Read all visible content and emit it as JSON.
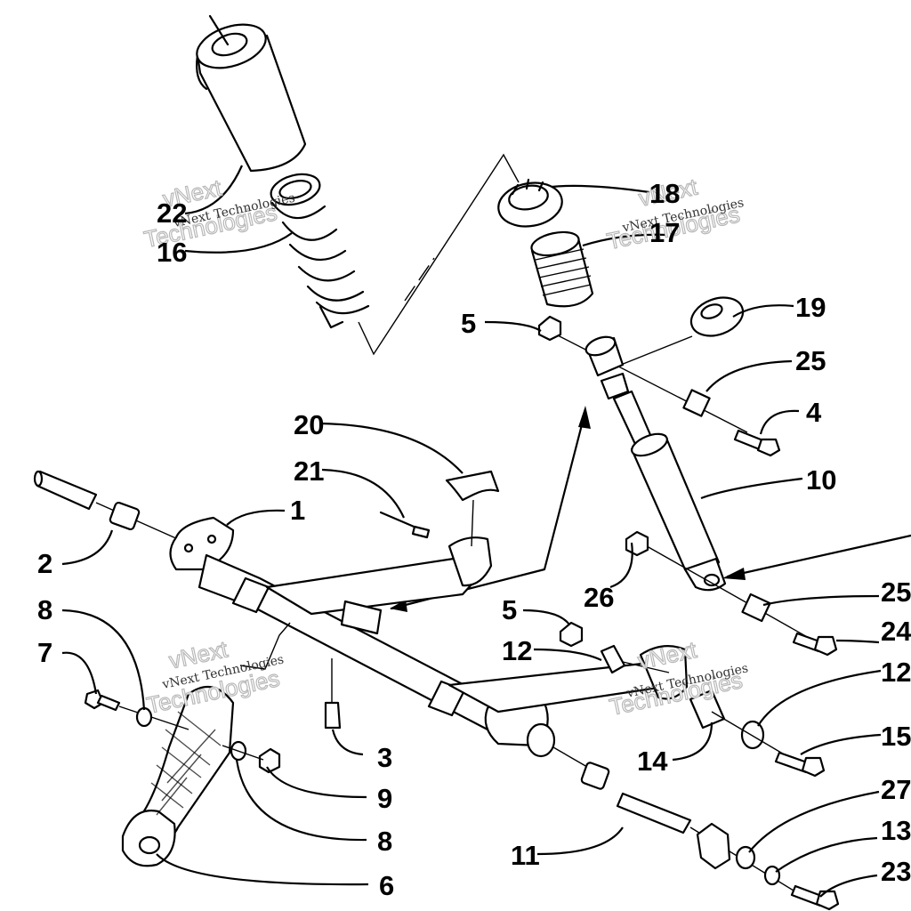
{
  "callouts": [
    "1",
    "2",
    "3",
    "4",
    "5",
    "6",
    "7",
    "8",
    "9",
    "10",
    "11",
    "12",
    "13",
    "14",
    "15",
    "16",
    "17",
    "18",
    "19",
    "20",
    "21",
    "22",
    "23",
    "24",
    "25",
    "26",
    "27"
  ],
  "watermark": {
    "brand_line1": "vNext",
    "brand_line2": "Technologies",
    "small_text": "vNext Technologies"
  },
  "parts": [
    "torsion-tube",
    "bushing",
    "grease-fitting",
    "cap-screw",
    "lock-nut",
    "arm",
    "cap-screw",
    "washer",
    "lock-nut",
    "shock-absorber",
    "axle",
    "spacer",
    "lock-washer",
    "bushing",
    "cap-screw",
    "spring",
    "bumper",
    "spring-retainer",
    "spring-cup",
    "cover",
    "pin",
    "boot",
    "cap-screw",
    "cap-screw",
    "spacer",
    "lock-nut",
    "washer"
  ]
}
